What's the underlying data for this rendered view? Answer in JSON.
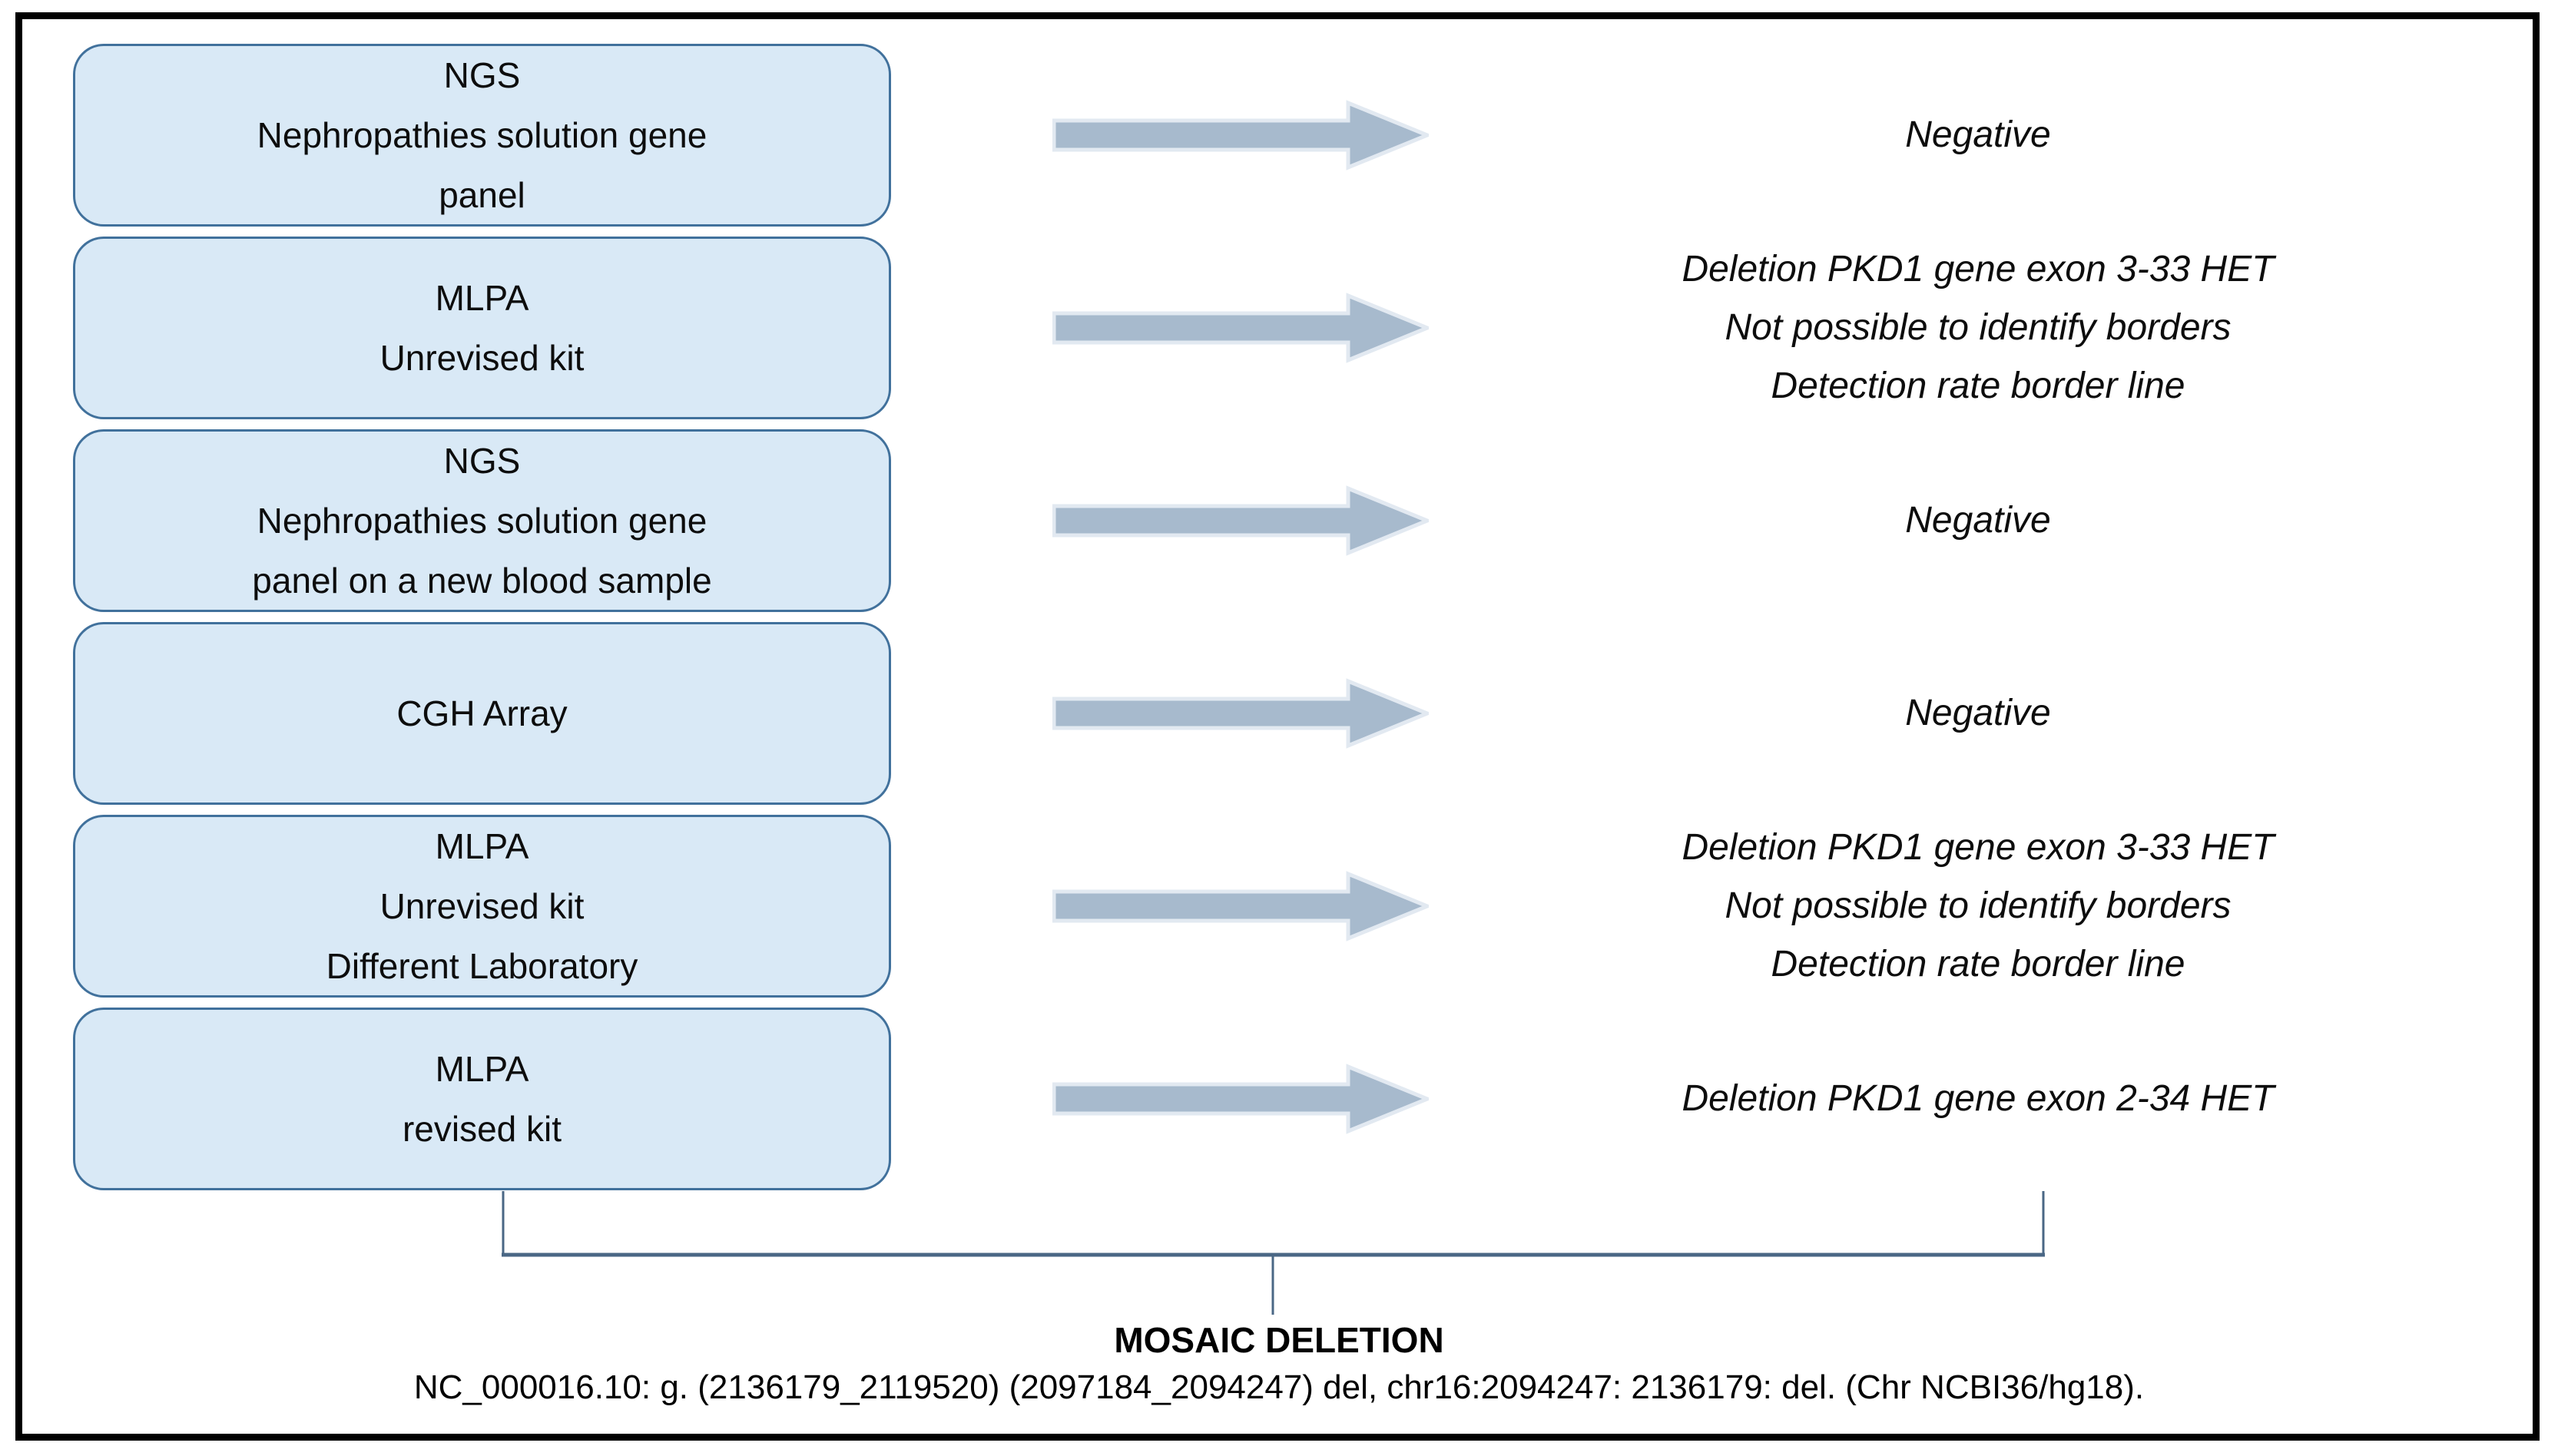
{
  "rows": [
    {
      "box": [
        "NGS",
        "Nephropathies solution gene",
        "panel"
      ],
      "result": [
        "Negative"
      ]
    },
    {
      "box": [
        "MLPA",
        "Unrevised kit"
      ],
      "result": [
        "Deletion PKD1 gene exon 3-33 HET",
        "Not possible to identify borders",
        "Detection rate border line"
      ]
    },
    {
      "box": [
        "NGS",
        "Nephropathies solution gene",
        "panel on a new blood sample"
      ],
      "result": [
        "Negative"
      ]
    },
    {
      "box": [
        "CGH Array"
      ],
      "result": [
        "Negative"
      ]
    },
    {
      "box": [
        "MLPA",
        "Unrevised kit",
        "Different Laboratory"
      ],
      "result": [
        "Deletion PKD1 gene exon 3-33 HET",
        "Not possible to identify borders",
        "Detection rate border line"
      ]
    },
    {
      "box": [
        "MLPA",
        "revised kit"
      ],
      "result": [
        "Deletion PKD1 gene exon 2-34 HET"
      ]
    }
  ],
  "conclusion": {
    "title": "MOSAIC DELETION",
    "detail": "NC_000016.10: g. (2136179_2119520) (2097184_2094247) del, chr16:2094247: 2136179: del. (Chr NCBI36/hg18)."
  },
  "icons": {
    "arrow": "right-block-arrow-icon"
  },
  "colors": {
    "box_fill": "#d9e9f6",
    "box_border": "#41719c",
    "arrow_fill": "#a7bacd",
    "arrow_outline": "#e2e9f1",
    "bracket_line": "#4a6785",
    "frame_border": "#000000",
    "text": "#0d0d0d"
  }
}
